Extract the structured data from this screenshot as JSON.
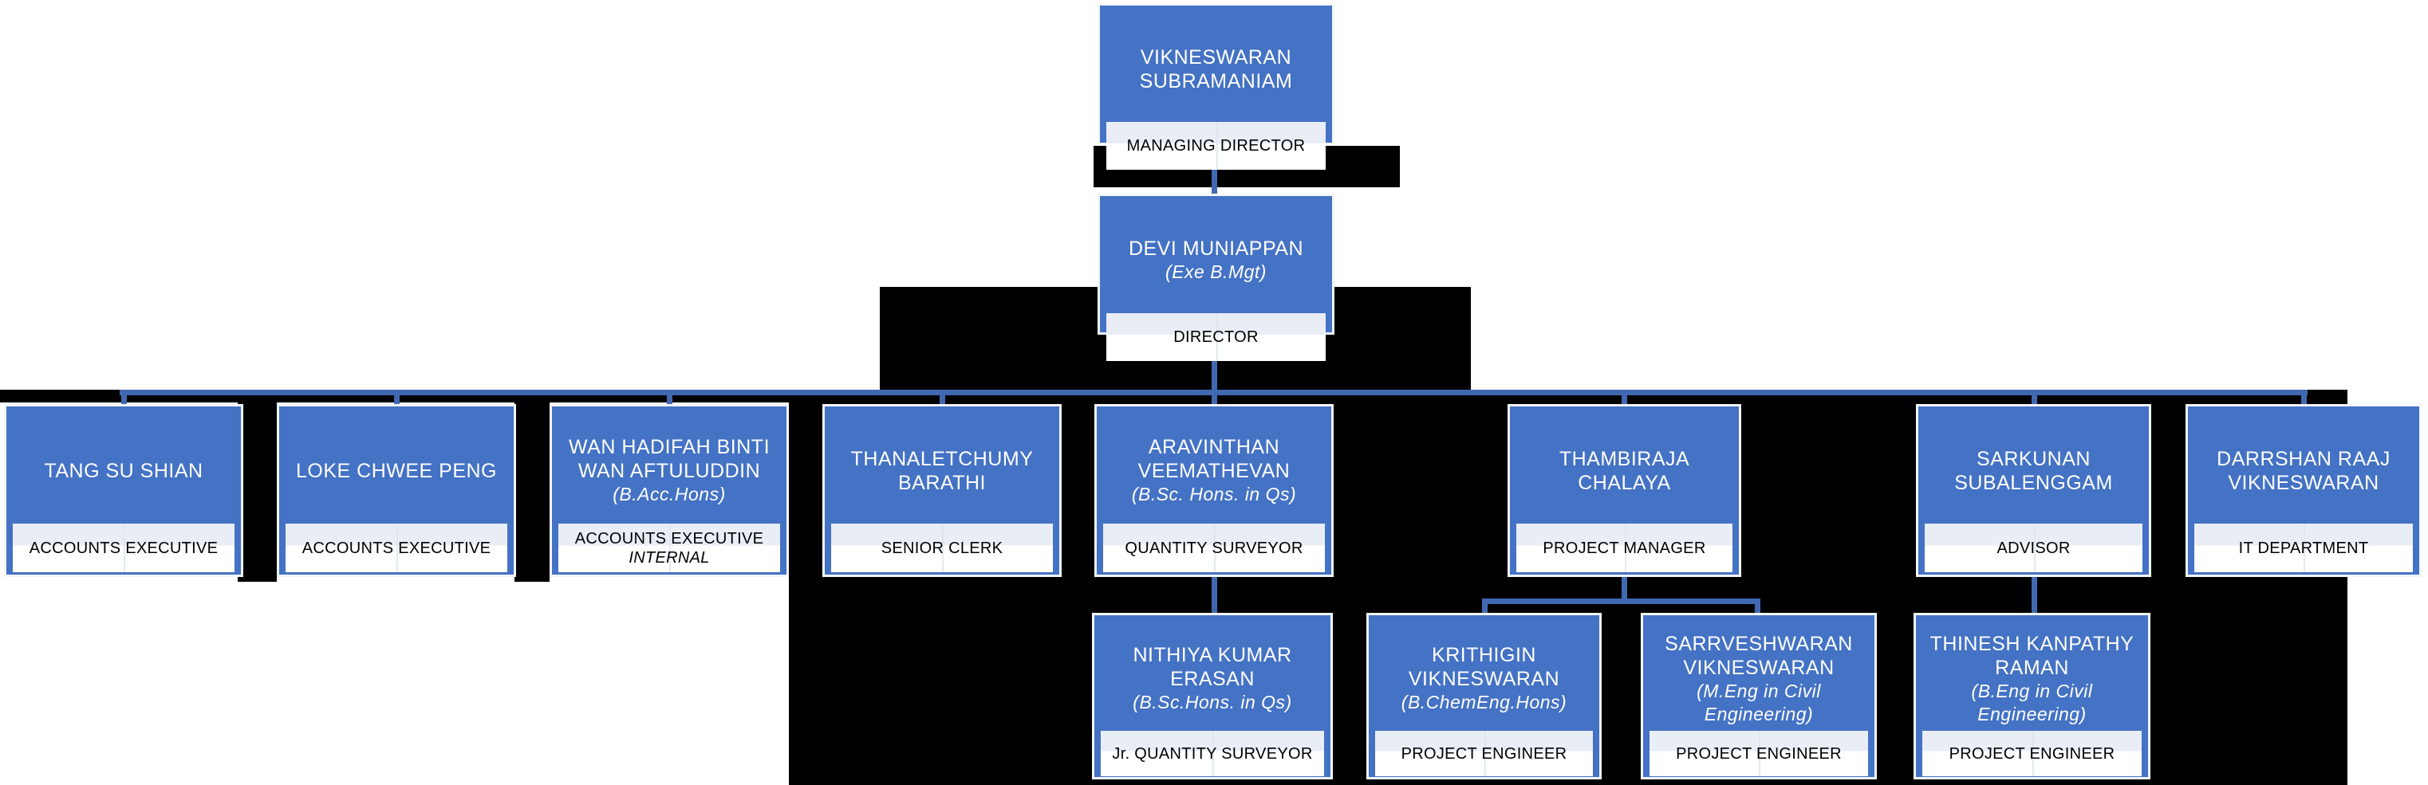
{
  "diagram": {
    "type": "organization-chart",
    "colors": {
      "box_fill": "#4472C4",
      "box_border": "#F3F6FB",
      "label_top": "#E9EDF6",
      "label_bottom": "#FFFFFF",
      "connector": "#4169B2",
      "backdrop": "#000000",
      "name_text": "#FFFFFF",
      "label_text": "#000000"
    },
    "nodes": [
      {
        "id": "md",
        "name": "VIKNESWARAN SUBRAMANIAM",
        "degree": "",
        "title": "MANAGING DIRECTOR",
        "title2": "",
        "reports_to": null
      },
      {
        "id": "director",
        "name": "DEVI MUNIAPPAN",
        "degree": "(Exe B.Mgt)",
        "title": "DIRECTOR",
        "title2": "",
        "reports_to": "md"
      },
      {
        "id": "tang",
        "name": "TANG SU SHIAN",
        "degree": "",
        "title": "ACCOUNTS EXECUTIVE",
        "title2": "",
        "reports_to": "director"
      },
      {
        "id": "loke",
        "name": "LOKE CHWEE PENG",
        "degree": "",
        "title": "ACCOUNTS EXECUTIVE",
        "title2": "",
        "reports_to": "director"
      },
      {
        "id": "wan",
        "name": "WAN HADIFAH BINTI WAN AFTULUDDIN",
        "degree": "(B.Acc.Hons)",
        "title": "ACCOUNTS EXECUTIVE",
        "title2": "INTERNAL",
        "reports_to": "director"
      },
      {
        "id": "thana",
        "name": "THANALETCHUMY BARATHI",
        "degree": "",
        "title": "SENIOR CLERK",
        "title2": "",
        "reports_to": "director"
      },
      {
        "id": "aravinthan",
        "name": "ARAVINTHAN VEEMATHEVAN",
        "degree": "(B.Sc. Hons. in Qs)",
        "title": "QUANTITY SURVEYOR",
        "title2": "",
        "reports_to": "director"
      },
      {
        "id": "thambiraja",
        "name": "THAMBIRAJA CHALAYA",
        "degree": "",
        "title": "PROJECT MANAGER",
        "title2": "",
        "reports_to": "director"
      },
      {
        "id": "sarkunan",
        "name": "SARKUNAN SUBALENGGAM",
        "degree": "",
        "title": "ADVISOR",
        "title2": "",
        "reports_to": "director"
      },
      {
        "id": "darrshan",
        "name": "DARRSHAN RAAJ VIKNESWARAN",
        "degree": "",
        "title": "IT DEPARTMENT",
        "title2": "",
        "reports_to": "director"
      },
      {
        "id": "nithiya",
        "name": "NITHIYA KUMAR ERASAN",
        "degree": "(B.Sc.Hons. in Qs)",
        "title": "Jr. QUANTITY SURVEYOR",
        "title2": "",
        "reports_to": "aravinthan"
      },
      {
        "id": "krithigin",
        "name": "KRITHIGIN VIKNESWARAN",
        "degree": "(B.ChemEng.Hons)",
        "title": "PROJECT ENGINEER",
        "title2": "",
        "reports_to": "thambiraja"
      },
      {
        "id": "sarrveshwaran",
        "name": "SARRVESHWARAN VIKNESWARAN",
        "degree": "(M.Eng in Civil Engineering)",
        "title": "PROJECT ENGINEER",
        "title2": "",
        "reports_to": "thambiraja"
      },
      {
        "id": "thinesh",
        "name": "THINESH KANPATHY RAMAN",
        "degree": "(B.Eng in Civil Engineering)",
        "title": "PROJECT ENGINEER",
        "title2": "",
        "reports_to": "sarkunan"
      }
    ]
  }
}
